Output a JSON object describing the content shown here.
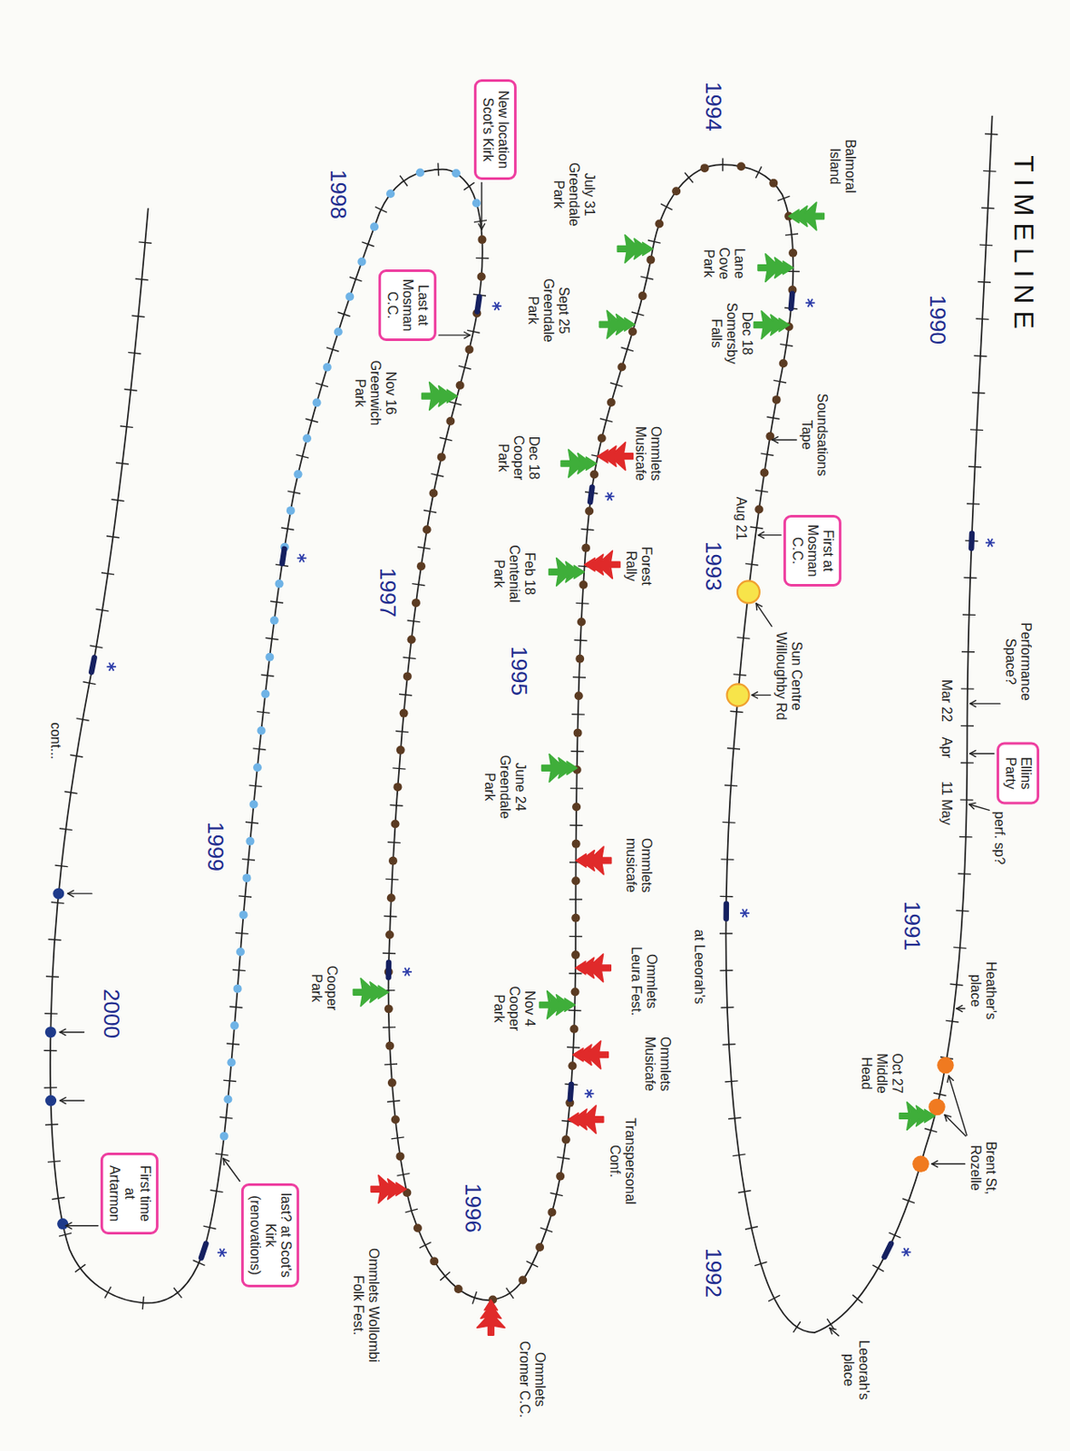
{
  "diagram": {
    "title": "TIMELINE",
    "nodes": [
      {
        "text": [
          "Ellins Party"
        ]
      },
      {
        "text": [
          "First at Mosman C.C."
        ]
      },
      {
        "text": [
          "Last at Mosman C.C."
        ]
      },
      {
        "text": [
          "New location Scot's Kirk"
        ]
      },
      {
        "text": [
          "last? at Scot's Kirk (renovations)"
        ]
      },
      {
        "text": [
          "First time at Artarmon"
        ]
      }
    ],
    "labels": [
      "1990",
      "Performance Space?",
      "Mar 22",
      "Apr",
      "11 May",
      "perf. sp?",
      "1991",
      "Heather's place",
      "Brent St, Rozelle",
      "Oct 27 Middle Head",
      "1992",
      "Leeorah's place",
      "at Leeorah's",
      "Sun Centre Willoughby Rd",
      "1993",
      "Aug 21",
      "Soundsations Tape",
      "Dec 18 Somersby Falls",
      "Lane Cove Park",
      "Balmoral Island",
      "1994",
      "July 31 Greendale Park",
      "Sept 25 Greendale Park",
      "Ommlets Musicafe",
      "Dec 18 Cooper Park",
      "Forest Rally",
      "Feb 18 Centenial Park",
      "1995",
      "June 24 Greendale Park",
      "Ommlets musicafe",
      "Ommlets Leura Fest.",
      "Nov 4 Cooper Park",
      "Ommlets Musicafe",
      "Transpersonal Conf.",
      "1996",
      "Ommlets Cromer C.C.",
      "Ommlets Wollombi Folk Fest.",
      "Cooper Park",
      "1997",
      "Nov 16 Greenwich Park",
      "1998",
      "1999",
      "cont...",
      "2000"
    ]
  }
}
